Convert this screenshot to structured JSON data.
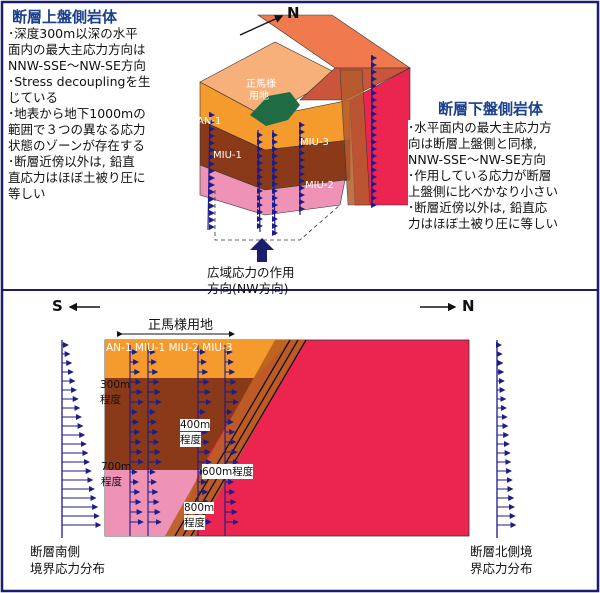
{
  "hanging_wall": {
    "title": "断層上盤側岩体",
    "lines": [
      "･深度300m以深の水平",
      "面内の最大主応力方向は",
      "NNW-SSE～NW-SE方向",
      "･Stress decouplingを生",
      "じている",
      "･地表から地下1000mの",
      "範囲で３つの異なる応力",
      "状態のゾーンが存在する",
      "･断層近傍以外は, 鉛直",
      "直応力はほぼ土被り圧に",
      "等しい"
    ]
  },
  "footwall": {
    "title": "断層下盤側岩体",
    "lines": [
      "･水平面内の最大主応力方",
      "向は断層上盤側と同様,",
      "NNW-SSE～NW-SE方向",
      "･作用している応力が断層",
      "上盤側に比べかなり小さい",
      "･断層近傍以外は, 鉛直応",
      "力はほぼ土被り圧に等しい"
    ]
  },
  "block": {
    "north": "N",
    "site_label_1": "正馬様",
    "site_label_2": "用地",
    "an1": "AN-1",
    "miu1": "MIU-1",
    "miu2": "MIU-2",
    "miu3": "MIU-3"
  },
  "regional_stress": {
    "line1": "広域応力の作用",
    "line2": "方向(NW方向)"
  },
  "section": {
    "south_label": "S",
    "north_label": "N",
    "site_title": "正馬様用地",
    "boreholes": "AN-1 MIU-1 MIU-2 MIU-3",
    "depth_300_1": "300m",
    "depth_300_2": "程度",
    "depth_700_1": "700m",
    "depth_700_2": "程度",
    "depth_400_1": "400m",
    "depth_400_2": "程度",
    "depth_600": "600m程度",
    "depth_800_1": "800m",
    "depth_800_2": "程度",
    "south_bottom_1": "断層南側",
    "south_bottom_2": "境界応力分布",
    "north_bottom_1": "断層北側境",
    "north_bottom_2": "界応力分布"
  },
  "colors": {
    "frame": "#1b1d6e",
    "title_blue": "#1a3f8c",
    "layer_orange": "#f59a2c",
    "layer_brown": "#8a3a18",
    "layer_pink": "#ee93b6",
    "footwall_red": "#ec2550",
    "block_top": "#f7b07a",
    "arrow_blue": "#1c1c8a",
    "borehole_green": "#1f6b44"
  }
}
